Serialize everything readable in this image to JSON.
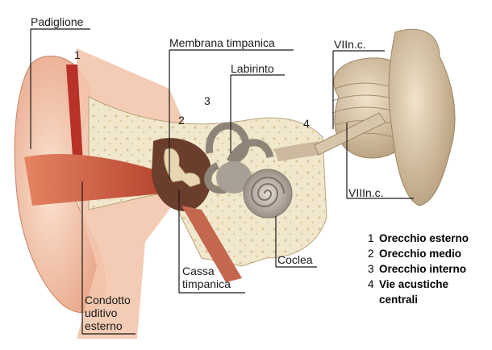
{
  "labels": {
    "padiglione": "Padiglione",
    "membrana": "Membrana timpanica",
    "labirinto": "Labirinto",
    "cassa_line1": "Cassa",
    "cassa_line2": "timpanica",
    "coclea": "Coclea",
    "condotto_line1": "Condotto",
    "condotto_line2": "uditivo",
    "condotto_line3": "esterno",
    "vii": "VIIn.c.",
    "viii": "VIIIn.c."
  },
  "numbers": {
    "n1": "1",
    "n2": "2",
    "n3": "3",
    "n4": "4"
  },
  "legend": [
    {
      "num": "1",
      "text": "Orecchio esterno"
    },
    {
      "num": "2",
      "text": "Orecchio medio"
    },
    {
      "num": "3",
      "text": "Orecchio interno"
    },
    {
      "num": "4",
      "text": "Vie acustiche",
      "text2": "centrali"
    }
  ],
  "colors": {
    "skin": "#f2c9b0",
    "canal": "#c9543a",
    "bone": "#efe6c9",
    "nerve": "#c8b49a",
    "cochlea": "#b9aea0"
  }
}
